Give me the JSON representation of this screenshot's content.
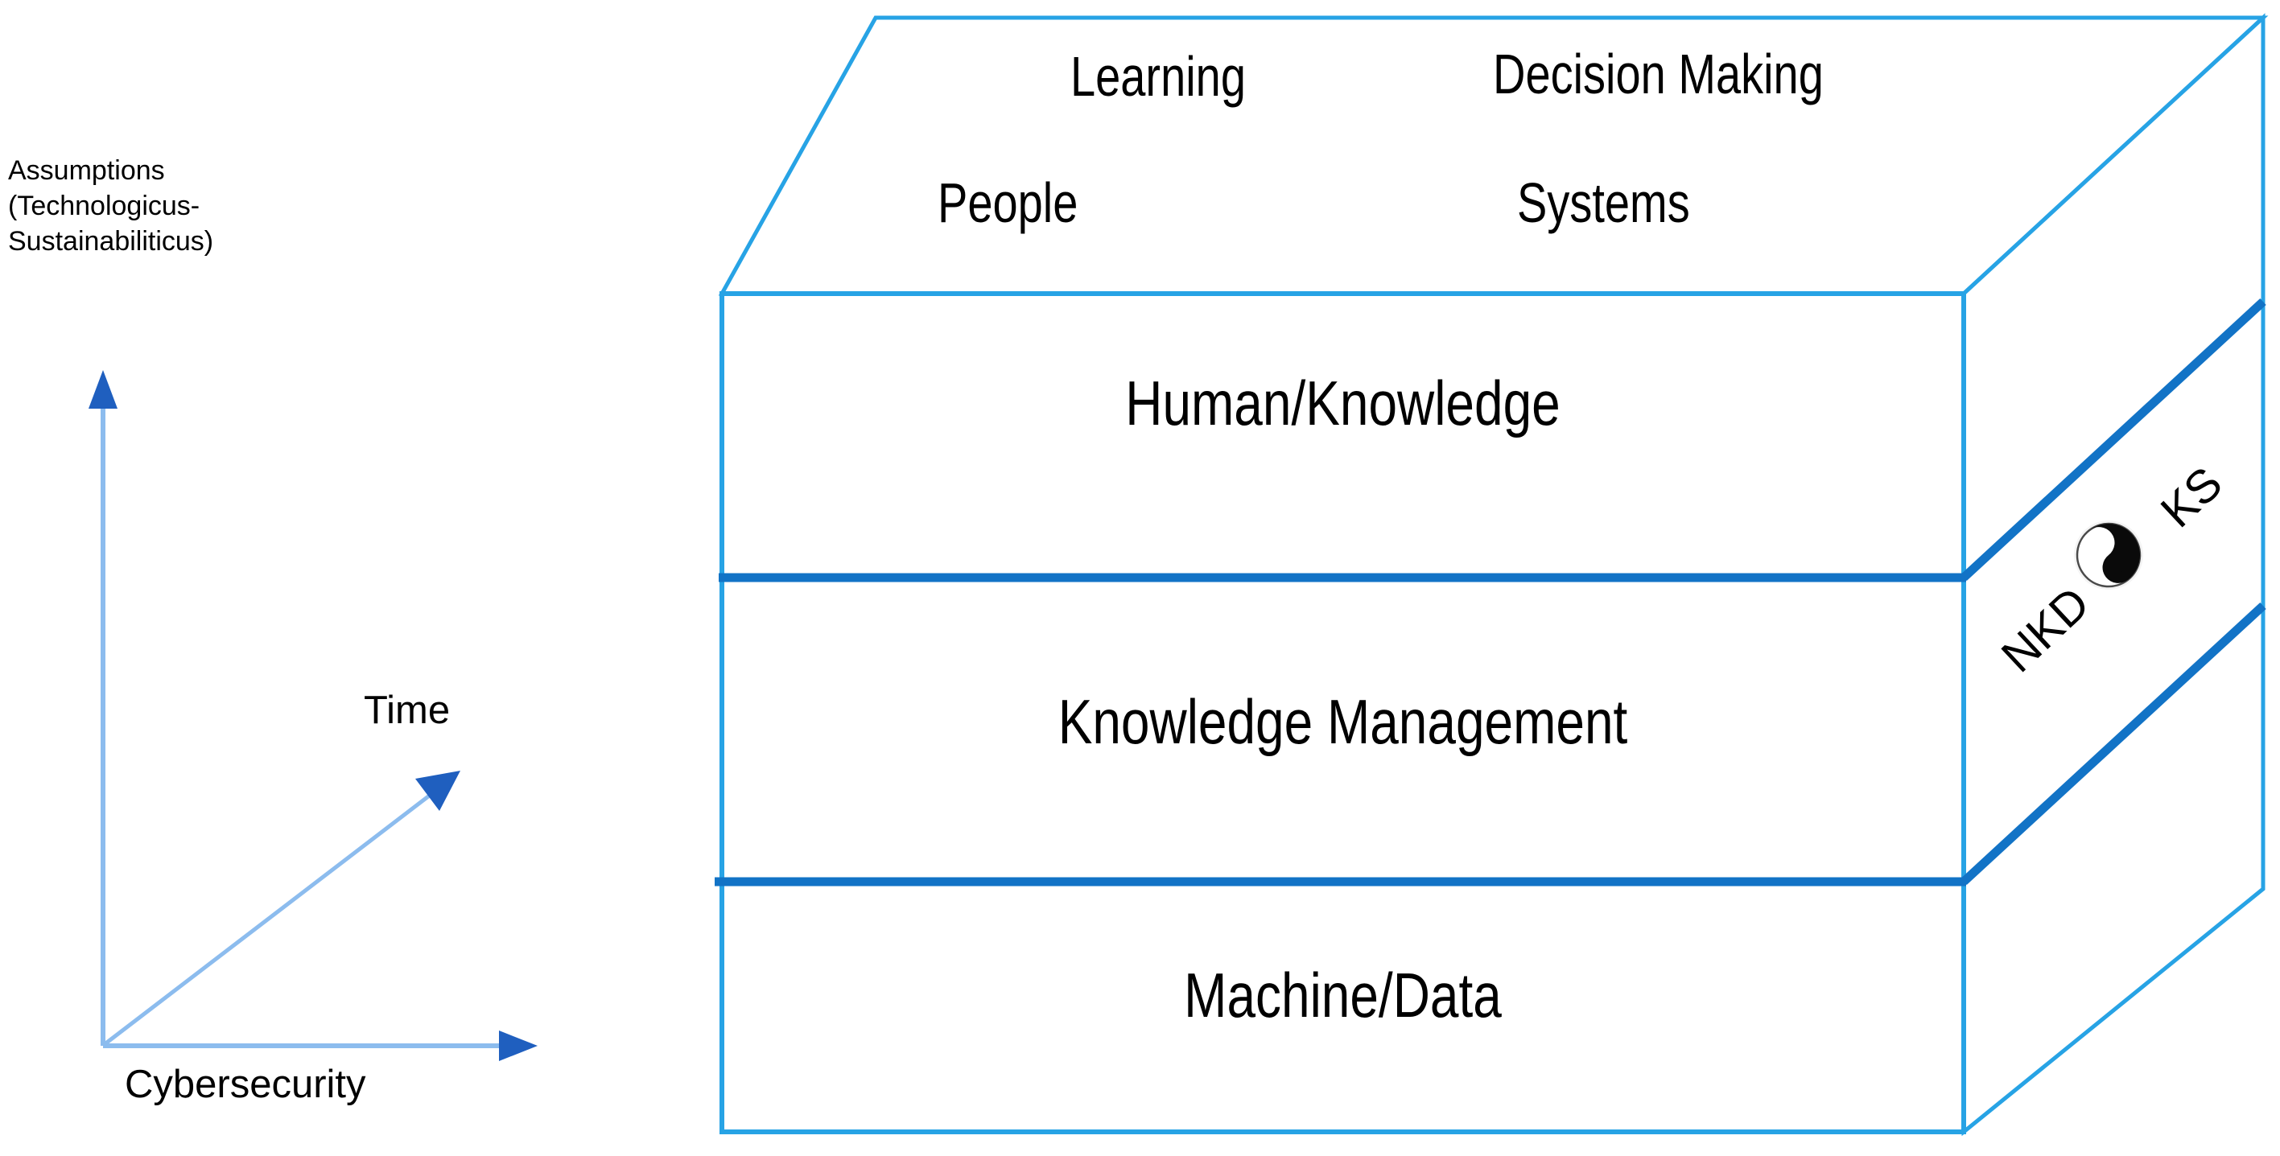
{
  "diagram": {
    "title": "Knowledge Management Layered Cube",
    "colors": {
      "outline_light_blue": "#27A3E5",
      "divider_strong_blue": "#1273C6",
      "axis_blue": "#7EB3EC",
      "arrow_blue": "#1F5FBF",
      "text_black": "#000000",
      "background": "#FFFFFF"
    },
    "axes": {
      "assumptions_note": "Assumptions\n(Technologicus-\nSustainabiliticus)",
      "vertical_axis_label": "",
      "diagonal_axis_label": "Time",
      "horizontal_axis_label": "Cybersecurity"
    },
    "cube": {
      "top_face_labels": [
        {
          "id": "learning",
          "text": "Learning"
        },
        {
          "id": "decision-making",
          "text": "Decision Making"
        },
        {
          "id": "people",
          "text": "People"
        },
        {
          "id": "systems",
          "text": "Systems"
        }
      ],
      "layers": [
        {
          "id": "human-knowledge",
          "text": "Human/Knowledge"
        },
        {
          "id": "knowledge-management",
          "text": "Knowledge Management"
        },
        {
          "id": "machine-data",
          "text": "Machine/Data"
        }
      ],
      "side_face": {
        "labels": [
          {
            "id": "nkd",
            "text": "NKD"
          },
          {
            "id": "ks",
            "text": "KS"
          }
        ],
        "symbol": "yin-yang"
      }
    }
  }
}
